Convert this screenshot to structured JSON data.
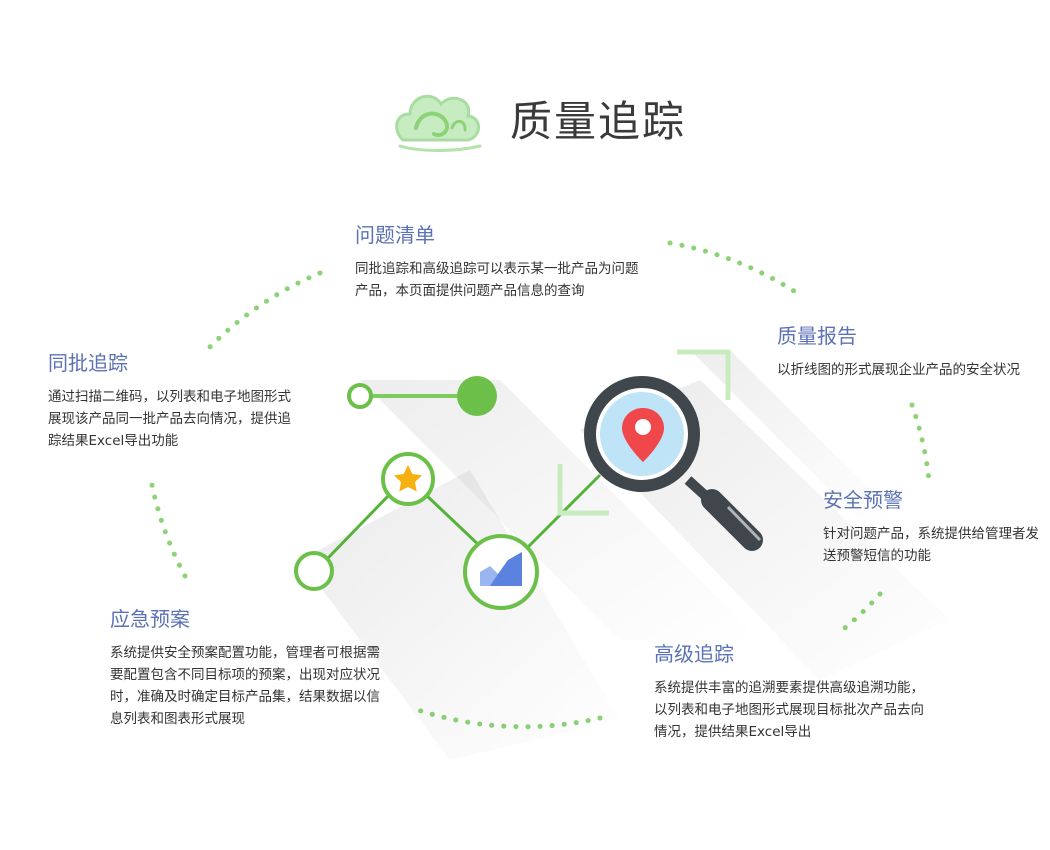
{
  "header": {
    "title": "质量追踪"
  },
  "features": [
    {
      "id": "question-list",
      "title": "问题清单",
      "desc": "同批追踪和高级追踪可以表示某一批产品为问题产品，本页面提供问题产品信息的查询"
    },
    {
      "id": "batch-tracking",
      "title": "同批追踪",
      "desc": "通过扫描二维码，以列表和电子地图形式展现该产品同一批产品去向情况，提供追踪结果Excel导出功能"
    },
    {
      "id": "quality-report",
      "title": "质量报告",
      "desc": "以折线图的形式展现企业产品的安全状况"
    },
    {
      "id": "safety-warning",
      "title": "安全预警",
      "desc": "针对问题产品，系统提供给管理者发送预警短信的功能"
    },
    {
      "id": "emergency-plan",
      "title": "应急预案",
      "desc": "系统提供安全预案配置功能，管理者可根据需要配置包含不同目标项的预案，出现对应状况时，准确及时确定目标产品集，结果数据以信息列表和图表形式展现"
    },
    {
      "id": "advanced-tracking",
      "title": "高级追踪",
      "desc": "系统提供丰富的追溯要素提供高级追溯功能，以列表和电子地图形式展现目标批次产品去向情况，提供结果Excel导出"
    }
  ],
  "colors": {
    "accent_green": "#6cc04a",
    "dot_green": "#8dd276",
    "title_blue": "#5b72b5",
    "text_dark": "#333333",
    "magnifier_ring": "#3f474d",
    "map_pin": "#f0474b",
    "chart_blue": "#5c82e0",
    "star_gold": "#f6b012"
  },
  "icons": [
    "cloud-logo-icon",
    "star-icon",
    "area-chart-icon",
    "magnifier-icon",
    "map-pin-icon"
  ]
}
